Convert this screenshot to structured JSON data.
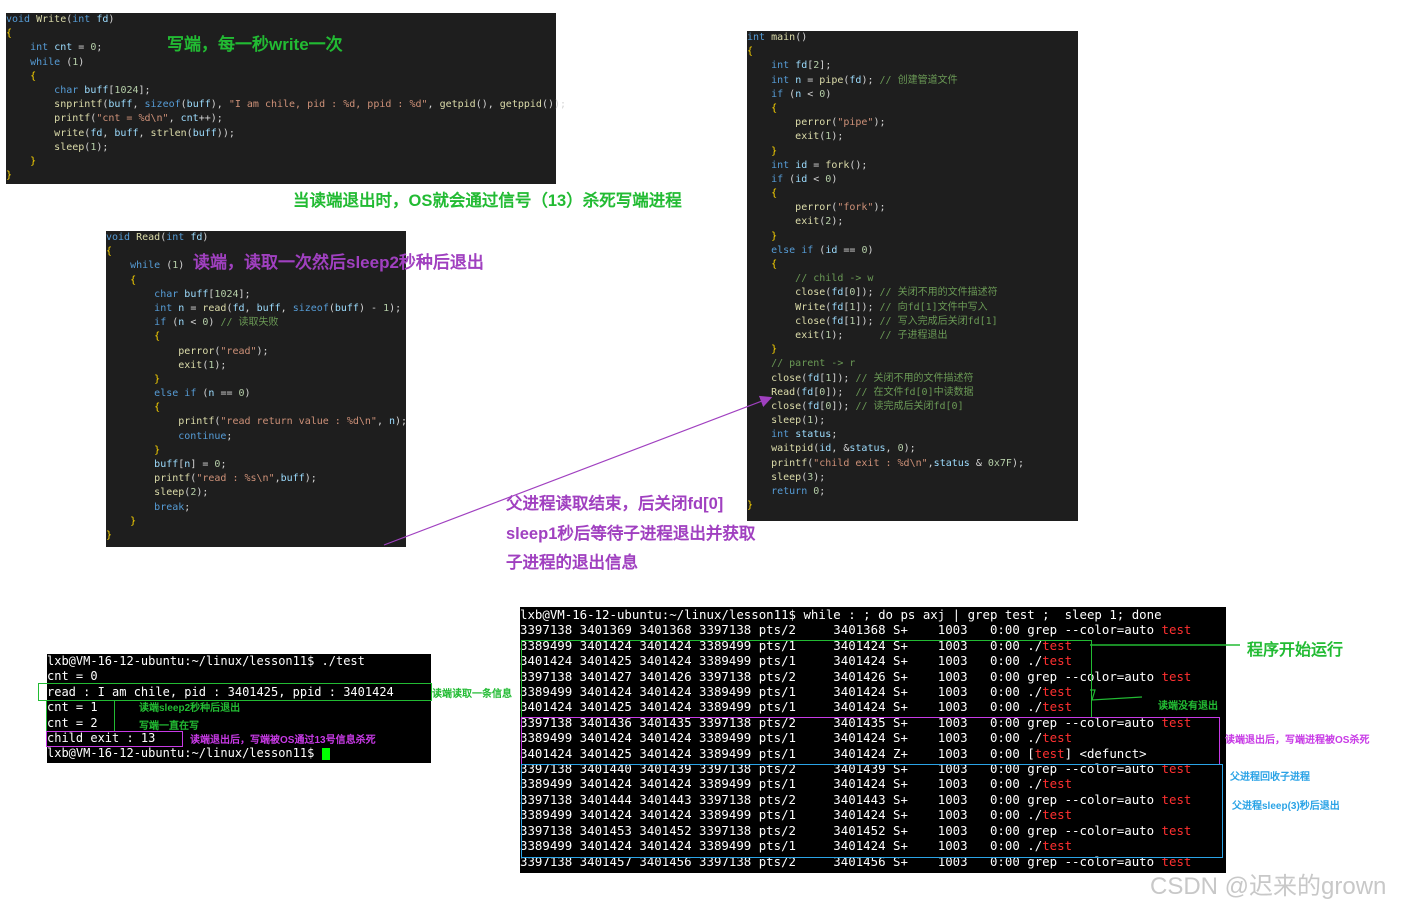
{
  "write_panel": {
    "lines": [
      "void Write(int fd)",
      "{",
      "    int cnt = 0;",
      "    while (1)",
      "    {",
      "        char buff[1024];",
      "        snprintf(buff, sizeof(buff), \"I am chile, pid : %d, ppid : %d\", getpid(), getppid());",
      "        printf(\"cnt = %d\\n\", cnt++);",
      "        write(fd, buff, strlen(buff));",
      "        sleep(1);",
      "    }",
      "}"
    ]
  },
  "read_panel": {
    "lines": [
      "void Read(int fd)",
      "{",
      "    while (1)",
      "    {",
      "        char buff[1024];",
      "        int n = read(fd, buff, sizeof(buff) - 1);",
      "        if (n < 0) // 读取失败",
      "        {",
      "            perror(\"read\");",
      "            exit(1);",
      "        }",
      "        else if (n == 0)",
      "        {",
      "            printf(\"read return value : %d\\n\", n);",
      "            continue;",
      "        }",
      "        buff[n] = 0;",
      "        printf(\"read : %s\\n\",buff);",
      "        sleep(2);",
      "        break;",
      "    }",
      "}"
    ]
  },
  "main_panel": {
    "lines": [
      "int main()",
      "{",
      "    int fd[2];",
      "    int n = pipe(fd); // 创建管道文件",
      "    if (n < 0)",
      "    {",
      "        perror(\"pipe\");",
      "        exit(1);",
      "    }",
      "    int id = fork();",
      "    if (id < 0)",
      "    {",
      "        perror(\"fork\");",
      "        exit(2);",
      "    }",
      "    else if (id == 0)",
      "    {",
      "        // child -> w",
      "        close(fd[0]); // 关闭不用的文件描述符",
      "        Write(fd[1]); // 向fd[1]文件中写入",
      "        close(fd[1]); // 写入完成后关闭fd[1]",
      "        exit(1);      // 子进程退出",
      "    }",
      "    // parent -> r",
      "    close(fd[1]); // 关闭不用的文件描述符",
      "    Read(fd[0]);  // 在文件fd[0]中读数据",
      "    close(fd[0]); // 读完成后关闭fd[0]",
      "    sleep(1);",
      "    int status;",
      "    waitpid(id, &status, 0);",
      "    printf(\"child exit : %d\\n\",status & 0x7F);",
      "    sleep(3);",
      "    return 0;",
      "}"
    ]
  },
  "terminal_left": {
    "lines": [
      "lxb@VM-16-12-ubuntu:~/linux/lesson11$ ./test",
      "cnt = 0",
      "read : I am chile, pid : 3401425, ppid : 3401424",
      "cnt = 1",
      "cnt = 2",
      "child exit : 13",
      "lxb@VM-16-12-ubuntu:~/linux/lesson11$ "
    ]
  },
  "terminal_right": {
    "header": "lxb@VM-16-12-ubuntu:~/linux/lesson11$ while : ; do ps axj | grep test ;  sleep 1; done",
    "rows": [
      {
        "pre": "3397138 3401369 3401368 3397138 pts/2     3401368 S+    1003   0:00 grep --color=auto ",
        "hl": "test",
        "post": ""
      },
      {
        "pre": "3389499 3401424 3401424 3389499 pts/1     3401424 S+    1003   0:00 ./",
        "hl": "test",
        "post": ""
      },
      {
        "pre": "3401424 3401425 3401424 3389499 pts/1     3401424 S+    1003   0:00 ./",
        "hl": "test",
        "post": ""
      },
      {
        "pre": "3397138 3401427 3401426 3397138 pts/2     3401426 S+    1003   0:00 grep --color=auto ",
        "hl": "test",
        "post": ""
      },
      {
        "pre": "3389499 3401424 3401424 3389499 pts/1     3401424 S+    1003   0:00 ./",
        "hl": "test",
        "post": ""
      },
      {
        "pre": "3401424 3401425 3401424 3389499 pts/1     3401424 S+    1003   0:00 ./",
        "hl": "test",
        "post": ""
      },
      {
        "pre": "3397138 3401436 3401435 3397138 pts/2     3401435 S+    1003   0:00 grep --color=auto ",
        "hl": "test",
        "post": ""
      },
      {
        "pre": "3389499 3401424 3401424 3389499 pts/1     3401424 S+    1003   0:00 ./",
        "hl": "test",
        "post": ""
      },
      {
        "pre": "3401424 3401425 3401424 3389499 pts/1     3401424 Z+    1003   0:00 [",
        "hl": "test",
        "post": "] <defunct>"
      },
      {
        "pre": "3397138 3401440 3401439 3397138 pts/2     3401439 S+    1003   0:00 grep --color=auto ",
        "hl": "test",
        "post": ""
      },
      {
        "pre": "3389499 3401424 3401424 3389499 pts/1     3401424 S+    1003   0:00 ./",
        "hl": "test",
        "post": ""
      },
      {
        "pre": "3397138 3401444 3401443 3397138 pts/2     3401443 S+    1003   0:00 grep --color=auto ",
        "hl": "test",
        "post": ""
      },
      {
        "pre": "3389499 3401424 3401424 3389499 pts/1     3401424 S+    1003   0:00 ./",
        "hl": "test",
        "post": ""
      },
      {
        "pre": "3397138 3401453 3401452 3397138 pts/2     3401452 S+    1003   0:00 grep --color=auto ",
        "hl": "test",
        "post": ""
      },
      {
        "pre": "3389499 3401424 3401424 3389499 pts/1     3401424 S+    1003   0:00 ./",
        "hl": "test",
        "post": ""
      },
      {
        "pre": "3397138 3401457 3401456 3397138 pts/2     3401456 S+    1003   0:00 grep --color=auto ",
        "hl": "test",
        "post": ""
      }
    ]
  },
  "annotations": {
    "write_side": "写端，每一秒write一次",
    "read_exit_kill": "当读端退出时，OS就会通过信号（13）杀死写端进程",
    "read_side": "读端，读取一次然后sleep2秒种后退出",
    "parent_line1": "父进程读取结束，后关闭fd[0]",
    "parent_line2": "sleep1秒后等待子进程退出并获取",
    "parent_line3": "子进程的退出信息",
    "read_one": "读端读取一条信息",
    "read_sleep": "读端sleep2秒种后退出",
    "write_keep": "写端一直在写",
    "killed_13": "读端退出后，写端被OS通过13号信息杀死",
    "program_start": "程序开始运行",
    "reader_not_exit": "读端没有退出",
    "reader_exit_kill": "读端退出后，写端进程被OS杀死",
    "parent_reap": "父进程回收子进程",
    "parent_sleep3": "父进程sleep(3)秒后退出",
    "watermark": "CSDN @迟来的grown"
  },
  "colors": {
    "ann_green": "#22bb33",
    "ann_purple": "#a040c0",
    "ann_blue": "#2aa3e6",
    "box_purple": "#c83ae6"
  }
}
